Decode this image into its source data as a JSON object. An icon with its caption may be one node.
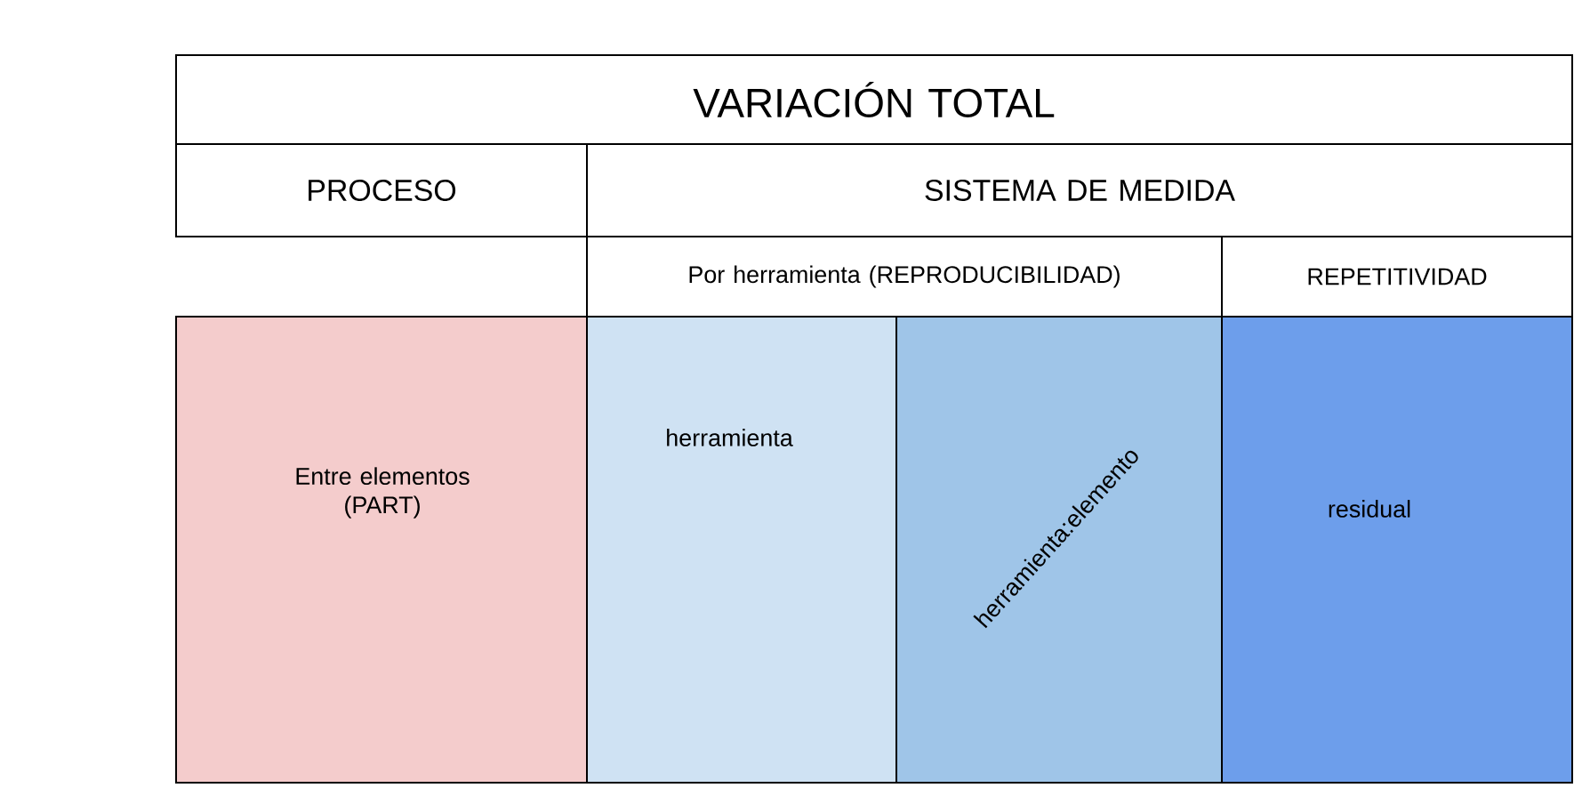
{
  "diagram": {
    "nodes": [
      {
        "text": [
          "VARIACIÓN TOTAL"
        ]
      },
      {
        "text": [
          "PROCESO"
        ]
      },
      {
        "text": [
          "SISTEMA DE MEDIDA"
        ]
      },
      {
        "text": [
          "Por herramienta (REPRODUCIBILIDAD)"
        ]
      },
      {
        "text": [
          "REPETITIVIDAD"
        ]
      },
      {
        "text": [
          "Entre elementos (PART)"
        ]
      },
      {
        "text": [
          "herramienta"
        ]
      },
      {
        "text": [
          "herramienta:elemento"
        ]
      },
      {
        "text": [
          "residual"
        ]
      }
    ]
  }
}
